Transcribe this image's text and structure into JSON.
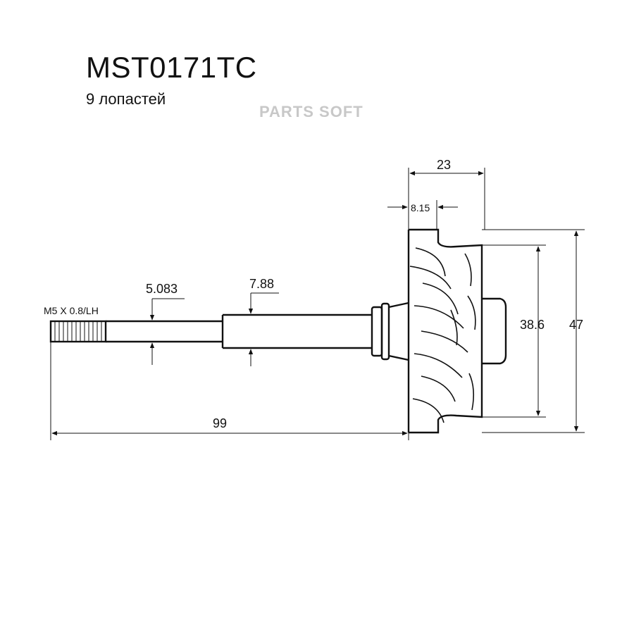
{
  "header": {
    "part_number": "MST0171TC",
    "subtitle": "9 лопастей",
    "watermark": "PARTS SOFT"
  },
  "dimensions": {
    "thread": "M5 X 0.8/LH",
    "shaft_small": "5.083",
    "shaft_large": "7.88",
    "overall_length": "99",
    "wheel_width": "23",
    "hub_offset": "8.15",
    "inner_diameter": "38.6",
    "outer_diameter": "47"
  }
}
